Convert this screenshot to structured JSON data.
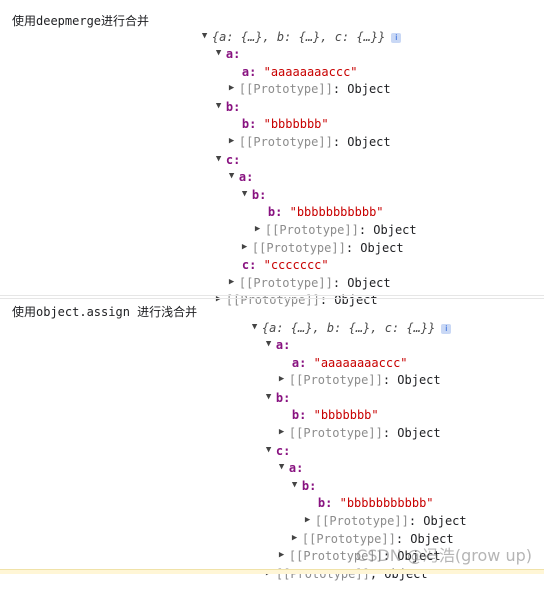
{
  "log1": {
    "label": "使用deepmerge进行合并",
    "summary": "{a: {…}, b: {…}, c: {…}}",
    "info_icon": "i",
    "a_key": "a:",
    "a_a_key": "a:",
    "a_a_value": "\"aaaaaaaaccc\"",
    "a_proto_key": "[[Prototype]]",
    "a_proto_value": ": Object",
    "b_key": "b:",
    "b_b_key": "b:",
    "b_b_value": "\"bbbbbbb\"",
    "b_proto_key": "[[Prototype]]",
    "b_proto_value": ": Object",
    "c_key": "c:",
    "c_a_key": "a:",
    "c_a_b_key": "b:",
    "c_a_b_b_key": "b:",
    "c_a_b_b_value": "\"bbbbbbbbbbb\"",
    "c_a_b_proto_key": "[[Prototype]]",
    "c_a_b_proto_value": ": Object",
    "c_a_proto_key": "[[Prototype]]",
    "c_a_proto_value": ": Object",
    "c_c_key": "c:",
    "c_c_value": "\"ccccccc\"",
    "c_proto_key": "[[Prototype]]",
    "c_proto_value": ": Object",
    "root_proto_key": "[[Prototype]]",
    "root_proto_value": ": Object"
  },
  "log2": {
    "label": "使用object.assign 进行浅合并",
    "summary": "{a: {…}, b: {…}, c: {…}}",
    "info_icon": "i",
    "a_key": "a:",
    "a_a_key": "a:",
    "a_a_value": "\"aaaaaaaaccc\"",
    "a_proto_key": "[[Prototype]]",
    "a_proto_value": ": Object",
    "b_key": "b:",
    "b_b_key": "b:",
    "b_b_value": "\"bbbbbbb\"",
    "b_proto_key": "[[Prototype]]",
    "b_proto_value": ": Object",
    "c_key": "c:",
    "c_a_key": "a:",
    "c_a_b_key": "b:",
    "c_a_b_b_key": "b:",
    "c_a_b_b_value": "\"bbbbbbbbbbb\"",
    "c_a_b_proto_key": "[[Prototype]]",
    "c_a_b_proto_value": ": Object",
    "c_a_proto_key": "[[Prototype]]",
    "c_a_proto_value": ": Object",
    "c_proto_key": "[[Prototype]]",
    "c_proto_value": ": Object",
    "root_proto_key": "[[Prototype]]",
    "root_proto_value": "; Object"
  },
  "watermark": "CSDN @冯浩(grow up)",
  "colors": {
    "key": "#881280",
    "string": "#c80000",
    "proto": "#8c8c8c",
    "info_badge": "#c9d8f5"
  },
  "icons": {
    "expanded": "triangle-down-icon",
    "collapsed": "triangle-right-icon",
    "info": "info-icon"
  }
}
